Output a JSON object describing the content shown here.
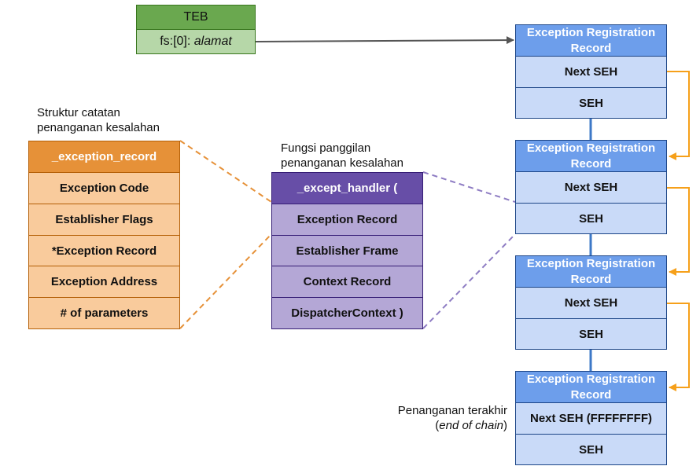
{
  "teb": {
    "title": "TEB",
    "row_prefix": "fs:[0]: ",
    "row_italic": "alamat"
  },
  "exception_struct": {
    "caption_line1": "Struktur catatan",
    "caption_line2": "penanganan kesalahan",
    "header": "_exception_record",
    "fields": [
      "Exception Code",
      "Establisher Flags",
      "*Exception Record",
      "Exception Address",
      "# of parameters"
    ]
  },
  "handler": {
    "caption_line1": "Fungsi panggilan",
    "caption_line2": "penanganan kesalahan",
    "header": "_except_handler (",
    "params": [
      "Exception Record",
      "Establisher Frame",
      "Context Record",
      "DispatcherContext )"
    ]
  },
  "registration_records": [
    {
      "title": "Exception Registration Record",
      "next": "Next SEH",
      "seh": "SEH"
    },
    {
      "title": "Exception Registration Record",
      "next": "Next SEH",
      "seh": "SEH"
    },
    {
      "title": "Exception Registration Record",
      "next": "Next SEH",
      "seh": "SEH"
    },
    {
      "title": "Exception Registration Record",
      "next": "Next SEH (FFFFFFFF)",
      "seh": "SEH"
    }
  ],
  "last_handler": {
    "line1": "Penanganan terakhir",
    "line2": "end of chain"
  },
  "colors": {
    "teb": "#6aa84f",
    "teb_row": "#b6d7a8",
    "exception_header": "#e69138",
    "exception_row": "#f9cb9c",
    "handler_header": "#674ea7",
    "handler_row": "#b4a7d6",
    "registration_header": "#6d9eeb",
    "registration_row": "#c9daf8",
    "chain_arrow": "#f6a01a",
    "link_line": "#3d78c7",
    "pointer_arrow": "#555555"
  }
}
